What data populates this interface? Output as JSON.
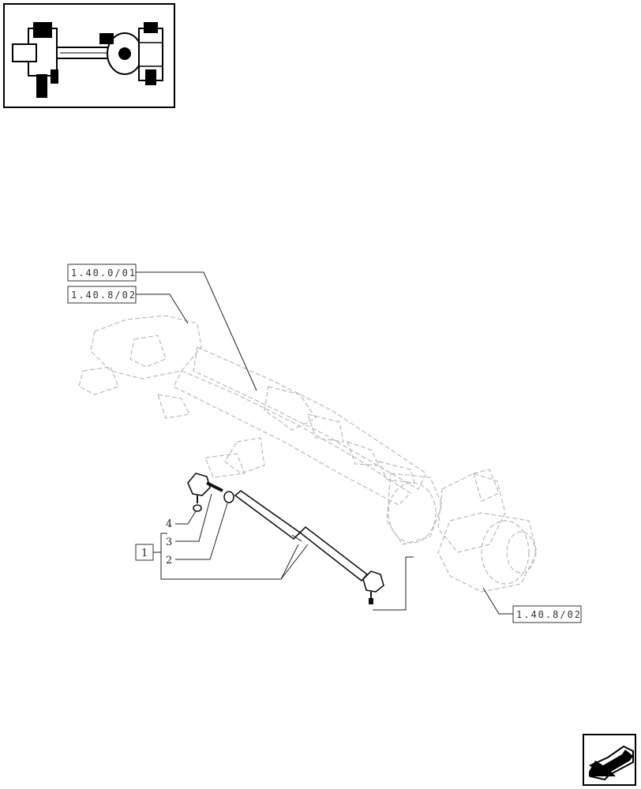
{
  "references": {
    "top_left_1": "1.40.0/01",
    "top_left_2": "1.40.8/02",
    "bottom_right": "1.40.8/02"
  },
  "kit_label": "1",
  "part_numbers": [
    "4",
    "3",
    "2"
  ],
  "icons": {
    "thumbnail": "axle-assembly-thumbnail",
    "nav": "arrow-back-icon"
  }
}
